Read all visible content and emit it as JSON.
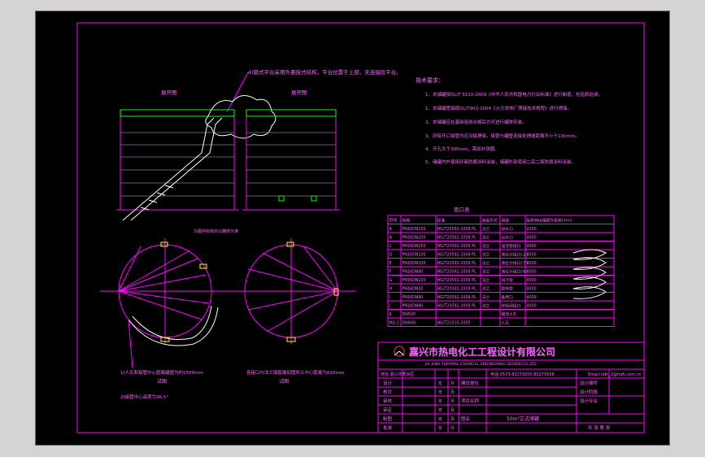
{
  "drawing": {
    "top_note": "4)踏式平台采用外悬挂式结构，平台位置于上部，无连接段平台。",
    "left_view_label": "展开图",
    "right_view_label": "展开图",
    "left_plan_caption": "试图",
    "right_plan_caption": "试图",
    "elevation_note": "3)图中标高均以罐底为准",
    "left_note_1": "1)人孔和接管中心距离罐壁为约1500mm",
    "left_note_2": "2)接管中心高度为26.5°",
    "right_note": "各接口与法兰面距离如图所示中心距离为610mm"
  },
  "tech_req": {
    "title": "技术要求：",
    "items": [
      "1、本储罐按DL/T 5210-2009《中华人民共和国电力行业标准》进行制造、检验和验收。",
      "1、本储罐管接按DL/T903-2004《火力发电厂焊接技术规程》进行焊接。",
      "3、本储罐应在基础验收合格后方可进行罐体安装。",
      "3、所有开口接管均应对接焊接，接管与罐壁连接处焊缝距离不小于100mm。",
      "4、开孔大于300mm，需加补强圈。",
      "5、储罐内外使用环氧防腐涂料涂装，储罐外部使用二底二面防腐涂料涂装。"
    ]
  },
  "nozzle_table": {
    "title": "管口表",
    "headers": [
      "符号",
      "规格",
      "标准",
      "连接形式",
      "用途",
      "接管伸出罐壁外距离(mm)"
    ],
    "rows": [
      [
        "A",
        "PN16DN150",
        "HG/T20592-2009 PL",
        "法兰",
        "进水口",
        "2000"
      ],
      [
        "B",
        "PN16DN200",
        "HG/T20592-2009 PL",
        "法兰",
        "出水口",
        "4000"
      ],
      [
        "C",
        "PN16DN150",
        "HG/T20592-2009 PL",
        "法兰",
        "溢流管接口",
        "4000"
      ],
      [
        "D",
        "PN16DN100",
        "HG/T20592-2009 PL",
        "法兰",
        "液位计接口(上)",
        "4000"
      ],
      [
        "E",
        "PN16DN100",
        "HG/T20592-2009 PL",
        "法兰",
        "液位计接口(下)",
        "4000"
      ],
      [
        "F",
        "PN16DN80",
        "HG/T20592-2009 PL",
        "法兰",
        "液位计接口(中)",
        "4000"
      ],
      [
        "G",
        "PN16DN100",
        "HG/T20592-2009 PL",
        "法兰",
        "排污管",
        "4000"
      ],
      [
        "H",
        "PN16DN50",
        "HG/T20592-2009 PL",
        "法兰",
        "取样管",
        "4000"
      ],
      [
        "I",
        "PN16DN80",
        "HG/T20592-2009 PL",
        "法兰",
        "备用口",
        "4000"
      ],
      [
        "J",
        "PN16DN80",
        "HG/T20592-2009 PL",
        "法兰",
        "呼吸阀接口",
        "4000"
      ],
      [
        "K",
        "DN500",
        "",
        "",
        "罐顶人孔",
        ""
      ],
      [
        "M1-2",
        "DN600",
        "HG/T21515-2005",
        "",
        "人孔",
        ""
      ]
    ]
  },
  "title_block": {
    "company": "嘉兴市热电化工工程设计有限公司",
    "company_en": "JIA XING THERMAL CHEMICAL ENGINEERING DESIGN CO.,LTD",
    "address": "地址:嘉兴市秀洲区",
    "phone": "电话:0573-82273200,83275558",
    "email": "Email:rjdh_2@rjdh.com.cn",
    "left_rows": [
      "设计",
      "校对",
      "审核",
      "审定",
      "制图",
      "批准"
    ],
    "year_label": "年",
    "month_label": "月",
    "day_label": "日",
    "client_label": "建设单位",
    "project_label": "项目名称",
    "drawing_name_label": "图名",
    "drawing_name": "50m³立式储罐",
    "design_no_label": "设计编号",
    "stage_label": "设计阶段",
    "scale_label": "设计专业",
    "sheet": "共    张   第    张"
  }
}
